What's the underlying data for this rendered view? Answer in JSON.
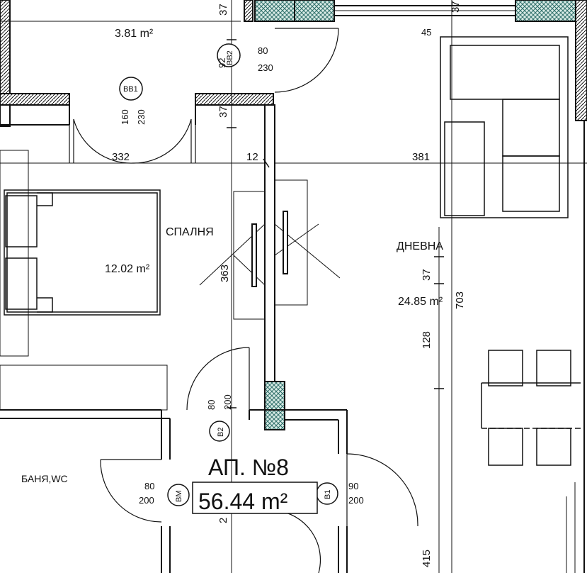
{
  "plan": {
    "title": "АП. №8",
    "total_area": "56.44 m²"
  },
  "rooms": {
    "terrace_area": "3.81 m²",
    "bedroom_name": "СПАЛНЯ",
    "bedroom_area": "12.02 m²",
    "living_name": "ДНЕВНА",
    "living_area": "24.85 m²",
    "bath_name": "БАНЯ,WC"
  },
  "dimensions": {
    "d332": "332",
    "d12": "12",
    "d381": "381",
    "d363": "363",
    "d703": "703",
    "d37a": "37",
    "d37b": "37",
    "d37c": "37",
    "d37d": "37",
    "d128": "128",
    "d45": "45",
    "d415": "415",
    "d2": "2"
  },
  "doors": {
    "bb1_tag": "BB1",
    "bb1_w": "160",
    "bb1_h": "230",
    "bb2_tag": "BB2",
    "bb2_w": "80",
    "bb2_h": "230",
    "bb2_side": "92",
    "b2_tag": "B2",
    "b2_w": "80",
    "b2_h": "200",
    "bm_tag": "BM",
    "bm_w": "80",
    "bm_h": "200",
    "b1_tag": "B1",
    "b1_w": "90",
    "b1_h": "200"
  },
  "colors": {
    "wall_hatch": "#2f6f6a",
    "line": "#111111"
  }
}
